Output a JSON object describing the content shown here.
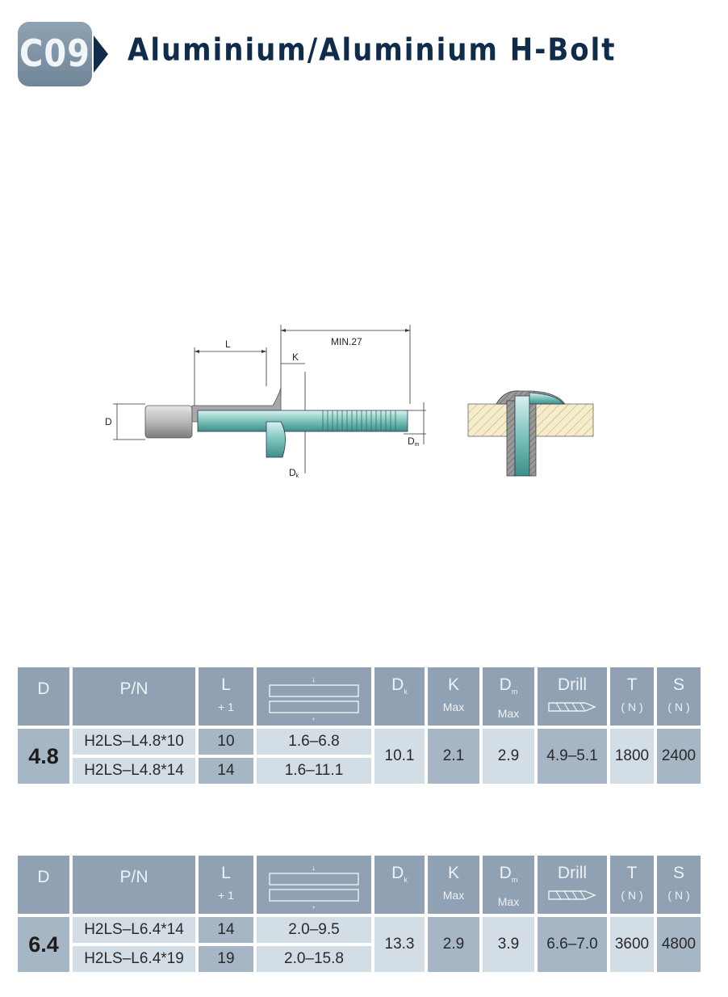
{
  "header": {
    "badge": "C09",
    "title": "Aluminium/Aluminium H-Bolt"
  },
  "drawing": {
    "dim_L": "L",
    "dim_K": "K",
    "dim_min": "MIN.27",
    "dim_D": "D",
    "dim_Dk": "D",
    "dim_Dk_sub": "k",
    "dim_Dm": "D",
    "dim_Dm_sub": "m"
  },
  "table_headers": {
    "d": "D",
    "pn": "P/N",
    "l": "L",
    "l_tol": "+ 1",
    "dk": "D",
    "dk_sub": "k",
    "k": "K",
    "k_sub": "Max",
    "dm": "D",
    "dm_sub": "m",
    "dm_max": "Max",
    "drill": "Drill",
    "t": "T",
    "t_unit": "( N )",
    "s": "S",
    "s_unit": "( N )"
  },
  "tables": [
    {
      "d": "4.8",
      "dk": "10.1",
      "k": "2.1",
      "dm": "2.9",
      "drill": "4.9–5.1",
      "t": "1800",
      "s": "2400",
      "rows": [
        {
          "pn": "H2LS–L4.8*10",
          "l": "10",
          "grip": "1.6–6.8"
        },
        {
          "pn": "H2LS–L4.8*14",
          "l": "14",
          "grip": "1.6–11.1"
        }
      ]
    },
    {
      "d": "6.4",
      "dk": "13.3",
      "k": "2.9",
      "dm": "3.9",
      "drill": "6.6–7.0",
      "t": "3600",
      "s": "4800",
      "rows": [
        {
          "pn": "H2LS–L6.4*14",
          "l": "14",
          "grip": "2.0–9.5"
        },
        {
          "pn": "H2LS–L6.4*19",
          "l": "19",
          "grip": "2.0–15.8"
        }
      ]
    }
  ]
}
